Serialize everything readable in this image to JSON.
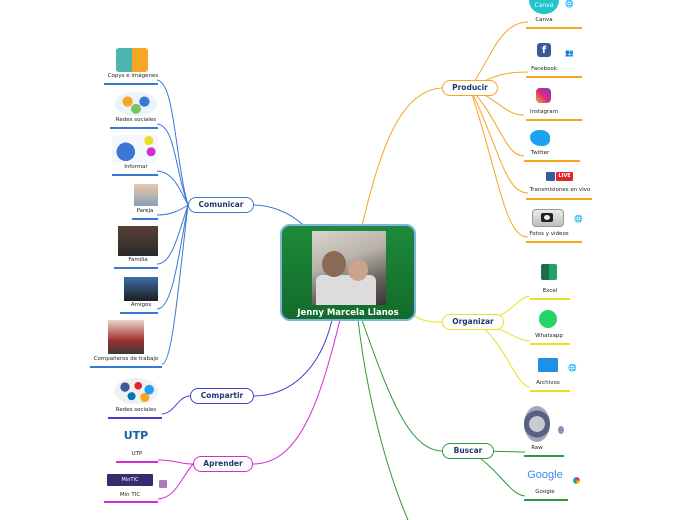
{
  "center": {
    "name": "Jenny Marcela Llanos"
  },
  "topics": {
    "producir": "Producir",
    "comunicar": "Comunicar",
    "organizar": "Organizar",
    "compartir": "Compartir",
    "aprender": "Aprender",
    "buscar": "Buscar"
  },
  "producir": [
    "Canva",
    "Facebook",
    "Instagram",
    "Twitter",
    "Transmisiones en vivo",
    "Fotos y videos"
  ],
  "comunicar": [
    "Copys e imágenes",
    "Redes sociales",
    "Informar",
    "Pareja",
    "Familia",
    "Amigos",
    "Compañeros de trabajo"
  ],
  "organizar": [
    "Excel",
    "Whatsapp",
    "Archivos"
  ],
  "compartir": [
    "Redes sociales"
  ],
  "aprender": [
    "UTP",
    "Min TIC"
  ],
  "buscar": [
    "Raw",
    "Google"
  ],
  "icons": {
    "canva_text": "Canva",
    "live_badge": "LIVE",
    "utp_text": "UTP",
    "mintic_text": "MinTIC",
    "google_text": "Google",
    "facebook_glyph": "f",
    "globe": "🌐"
  },
  "colors": {
    "producir": "#f5a623",
    "comunicar": "#3a78d4",
    "organizar": "#e8e020",
    "compartir": "#4a3cc8",
    "aprender": "#d62ad6",
    "buscar": "#2a9a3a",
    "center_fill": "#1a7f34"
  }
}
